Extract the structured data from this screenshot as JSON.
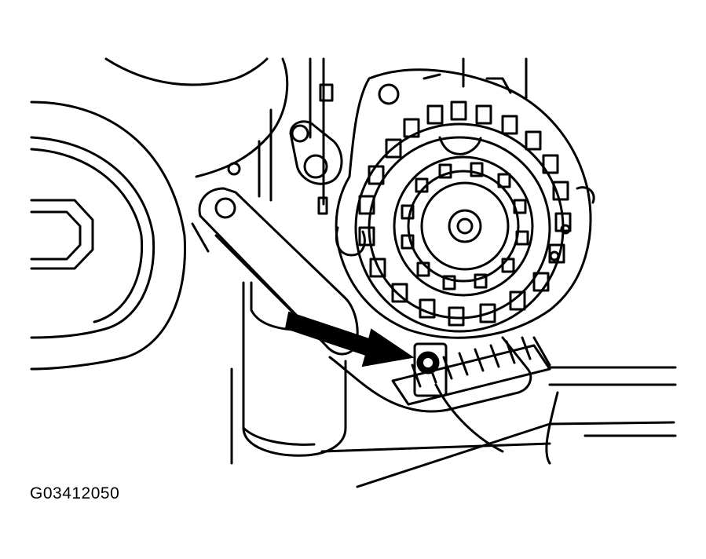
{
  "figure": {
    "code": "G03412050"
  },
  "colors": {
    "ink": "#000000",
    "paper": "#ffffff"
  },
  "diagram_parts": [
    "crankshaft-pulley",
    "engine-block",
    "alternator",
    "adjusting-arm",
    "pivot-bolt",
    "adjusting-bolt",
    "bracket",
    "indicator-arrow"
  ]
}
